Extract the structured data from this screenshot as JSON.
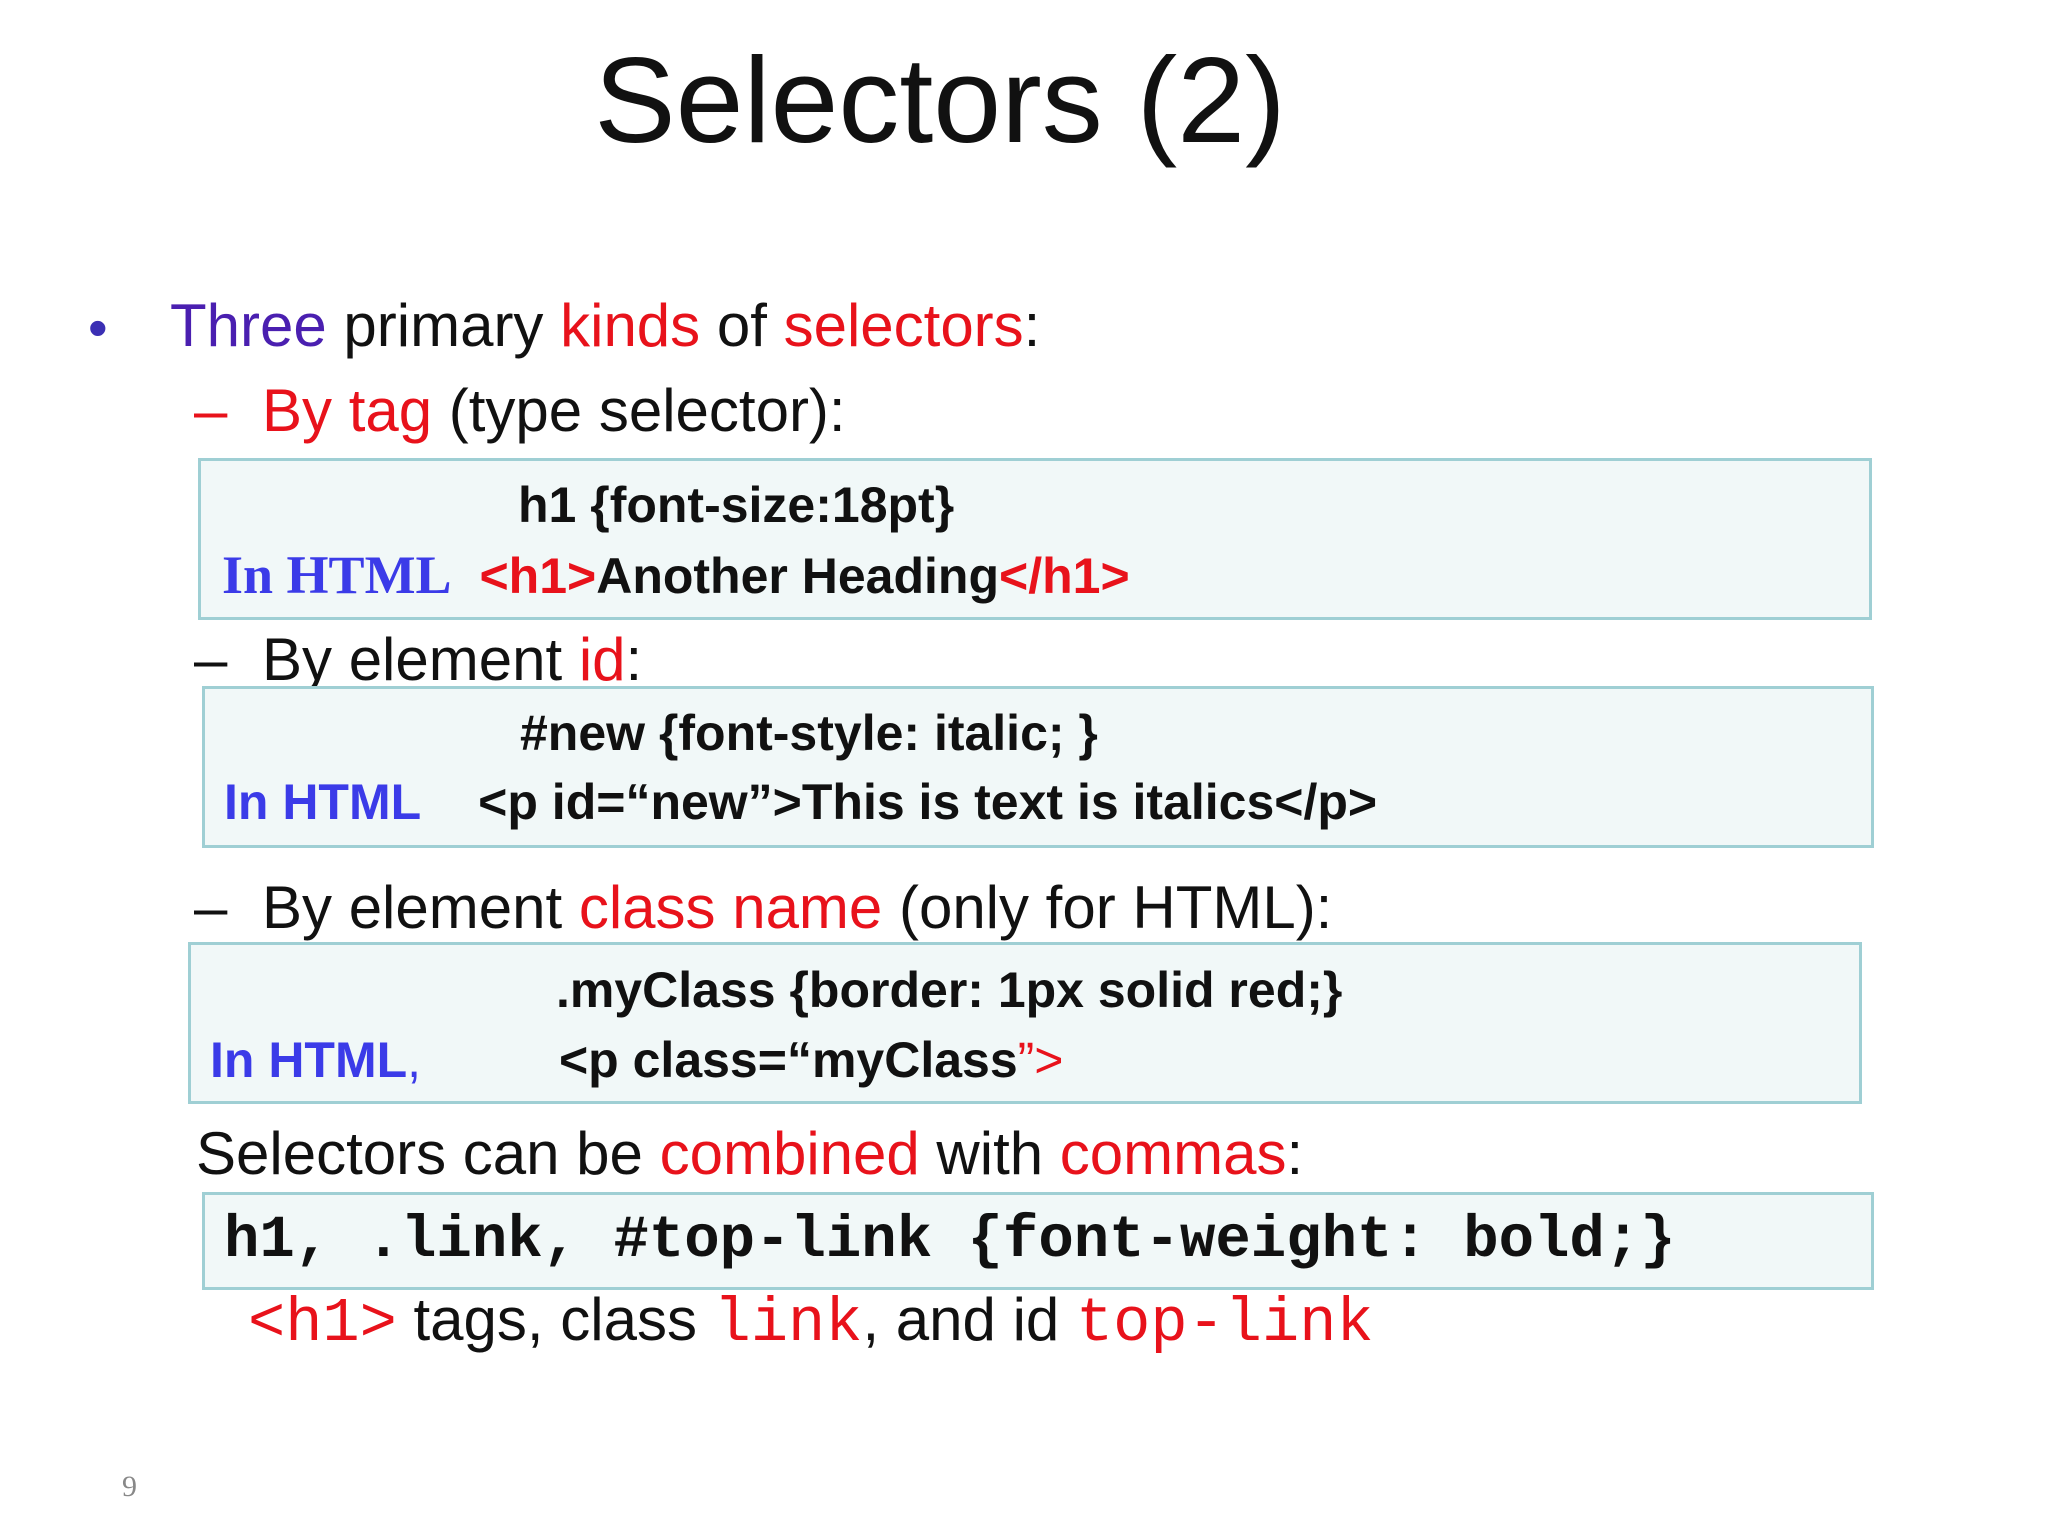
{
  "slide": {
    "title": "Selectors (2)",
    "page_number": "9"
  },
  "bullet": {
    "glyph": "•",
    "w1": "Three",
    "w2": " primary ",
    "w3": "kinds",
    "w4": " of ",
    "w5": "selectors",
    "w6": ":"
  },
  "by_tag": {
    "dash": "–",
    "label_red": "By tag",
    "label_rest": " (type selector):",
    "css": "h1  {font-size:18pt}",
    "html_label": "In HTML",
    "open_tag": "<h1>",
    "content": "Another Heading",
    "close_tag": "</h1>"
  },
  "by_id": {
    "dash": "–",
    "label_a": "By element ",
    "label_red": "id",
    "label_b": ":",
    "css": "#new {font-style: italic; }",
    "html_label": "In HTML",
    "html": "<p id=“new”>This is text is  italics</p>"
  },
  "by_class": {
    "dash": "–",
    "label_a": "By element ",
    "label_red": "class name",
    "label_b": " (only for HTML):",
    "css": ".myClass {border: 1px solid red;}",
    "html_label": "In HTML",
    "html_label_comma": ",",
    "html_a": "<p class=“myClass",
    "html_b": "”>"
  },
  "combined": {
    "a": "Selectors can be ",
    "b": "combined",
    "c": " with ",
    "d": "commas",
    "e": ":",
    "code": "h1, .link, #top-link {font-weight: bold;}",
    "expl_tag": "<h1>",
    "expl_a": " tags,  class ",
    "expl_link": "link",
    "expl_b": ", and id ",
    "expl_id": "top-link"
  },
  "colors": {
    "red": "#e8121b",
    "blue": "#3b3be8",
    "purple": "#4a1fb0",
    "box_bg": "#f1f8f8",
    "box_border": "#9fcfd4"
  }
}
